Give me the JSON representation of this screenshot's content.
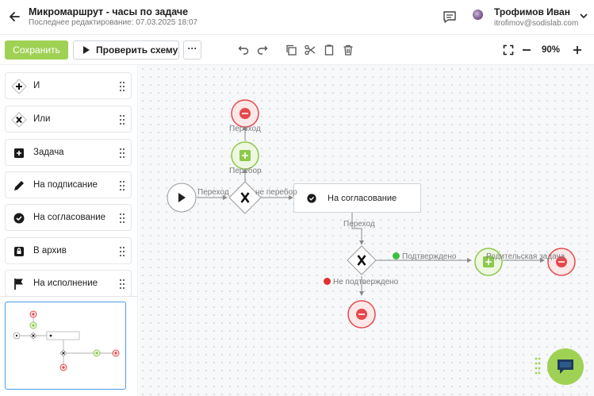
{
  "header": {
    "title": "Микромаршрут - часы по задаче",
    "subtitle": "Последнее редактирование: 07.03.2025 18:07",
    "user_name": "Трофимов Иван",
    "user_email": "itrofimov@sodislab.com"
  },
  "toolbar": {
    "save_label": "Сохранить",
    "check_label": "Проверить схему",
    "more_label": "···",
    "zoom": "90%"
  },
  "palette": {
    "items": [
      {
        "label": "И",
        "icon": "plus-diamond-icon"
      },
      {
        "label": "Или",
        "icon": "x-diamond-icon"
      },
      {
        "label": "Задача",
        "icon": "task-plus-icon"
      },
      {
        "label": "На подписание",
        "icon": "pen-icon"
      },
      {
        "label": "На согласование",
        "icon": "check-circle-icon"
      },
      {
        "label": "В архив",
        "icon": "archive-lock-icon"
      },
      {
        "label": "На исполнение",
        "icon": "flag-icon"
      }
    ]
  },
  "diagram": {
    "task_label": "На согласование",
    "edges": {
      "e1": "Переход",
      "e2": "Перебор",
      "e3": "Переход",
      "e4": "не перебор",
      "e5": "Переход",
      "e6": "Подтверждено",
      "e7": "Не подтверждено",
      "e8": "Родительская задача"
    },
    "colors": {
      "accent_green": "#9fd155",
      "end_red": "#e5484d",
      "confirmed": "#3fbf3f",
      "rejected": "#e03131"
    }
  }
}
